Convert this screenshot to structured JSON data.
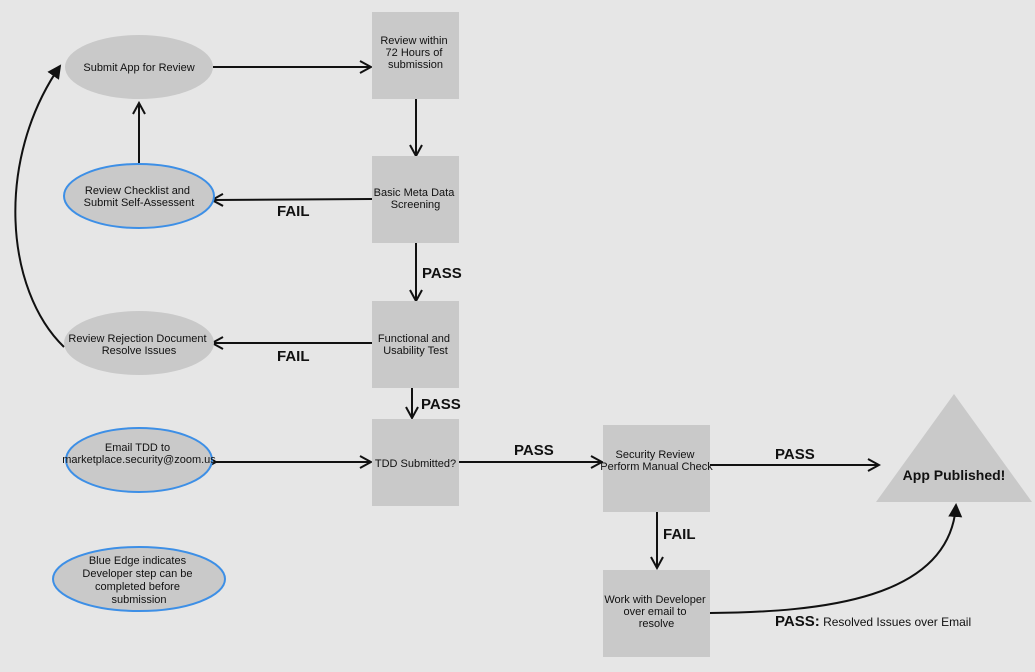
{
  "colors": {
    "background": "#e6e6e6",
    "node_fill": "#c9c9c9",
    "developer_edge": "#3d8fe6",
    "line": "#111111"
  },
  "nodes": {
    "submit": {
      "lines": [
        "Submit App for Review"
      ]
    },
    "review72": {
      "lines": [
        "Review within",
        "72 Hours of",
        "submission"
      ]
    },
    "checklist": {
      "lines": [
        "Review Checklist and",
        "Submit Self-Assessent"
      ]
    },
    "meta": {
      "lines": [
        "Basic Meta Data",
        "Screening"
      ]
    },
    "rejection": {
      "lines": [
        "Review Rejection Document",
        "Resolve Issues"
      ]
    },
    "functional": {
      "lines": [
        "Functional and",
        "Usability Test"
      ]
    },
    "email": {
      "lines": [
        "Email TDD to",
        "marketplace.security@zoom.us"
      ]
    },
    "tdd": {
      "lines": [
        "TDD Submitted?"
      ]
    },
    "security": {
      "lines": [
        "Security Review",
        "",
        "Perform Manual Check"
      ]
    },
    "published": {
      "lines": [
        "App Published!"
      ]
    },
    "legend": {
      "lines": [
        "Blue Edge indicates",
        "Developer step can be",
        "completed before",
        "submission"
      ]
    },
    "work": {
      "lines": [
        "Work with Developer",
        "over email to",
        "resolve"
      ]
    }
  },
  "edge_labels": {
    "meta_fail": "FAIL",
    "meta_pass": "PASS",
    "functional_fail": "FAIL",
    "functional_pass": "PASS",
    "tdd_pass": "PASS",
    "security_pass": "PASS",
    "security_fail": "FAIL",
    "work_pass_bold": "PASS:",
    "work_pass_rest": " Resolved Issues over Email"
  }
}
